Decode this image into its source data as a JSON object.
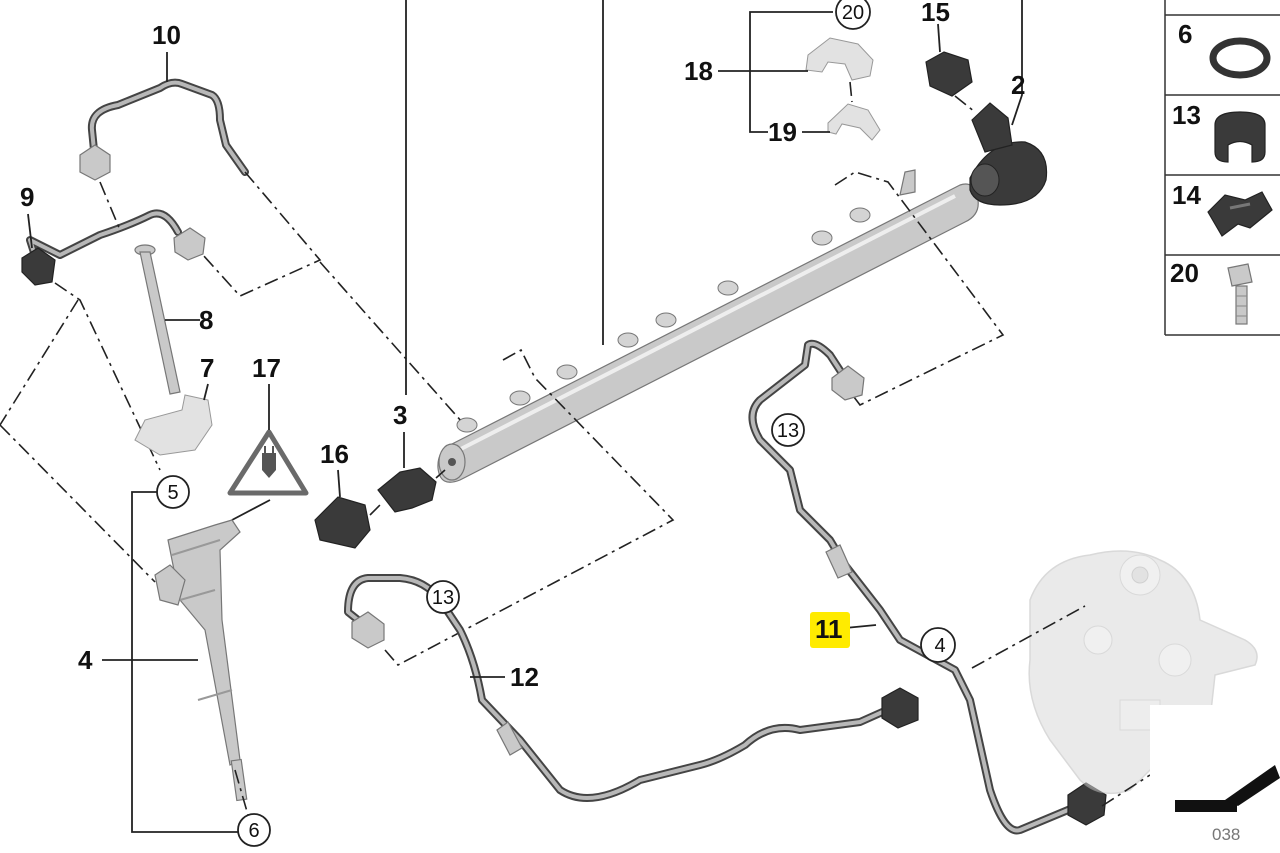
{
  "diagram": {
    "callouts": [
      {
        "id": "c10",
        "text": "10"
      },
      {
        "id": "c9",
        "text": "9"
      },
      {
        "id": "c8",
        "text": "8"
      },
      {
        "id": "c7",
        "text": "7"
      },
      {
        "id": "c17",
        "text": "17"
      },
      {
        "id": "c16",
        "text": "16"
      },
      {
        "id": "c3",
        "text": "3"
      },
      {
        "id": "c4",
        "text": "4"
      },
      {
        "id": "c18",
        "text": "18"
      },
      {
        "id": "c19",
        "text": "19"
      },
      {
        "id": "c15",
        "text": "15"
      },
      {
        "id": "c2",
        "text": "2"
      },
      {
        "id": "c11",
        "text": "11",
        "highlighted": true
      },
      {
        "id": "c12",
        "text": "12"
      }
    ],
    "circled_refs": [
      {
        "id": "r20",
        "text": "20"
      },
      {
        "id": "r5",
        "text": "5"
      },
      {
        "id": "r6",
        "text": "6"
      },
      {
        "id": "r13a",
        "text": "13"
      },
      {
        "id": "r13b",
        "text": "13"
      },
      {
        "id": "r4",
        "text": "4"
      }
    ],
    "side_panel": [
      {
        "id": "s6",
        "text": "6",
        "part": "seal-ring"
      },
      {
        "id": "s13",
        "text": "13",
        "part": "rubber-grommet"
      },
      {
        "id": "s14",
        "text": "14",
        "part": "pipe-clip"
      },
      {
        "id": "s20",
        "text": "20",
        "part": "bolt"
      }
    ],
    "footer_id": "038",
    "highlight_color": "#ffeb00"
  }
}
